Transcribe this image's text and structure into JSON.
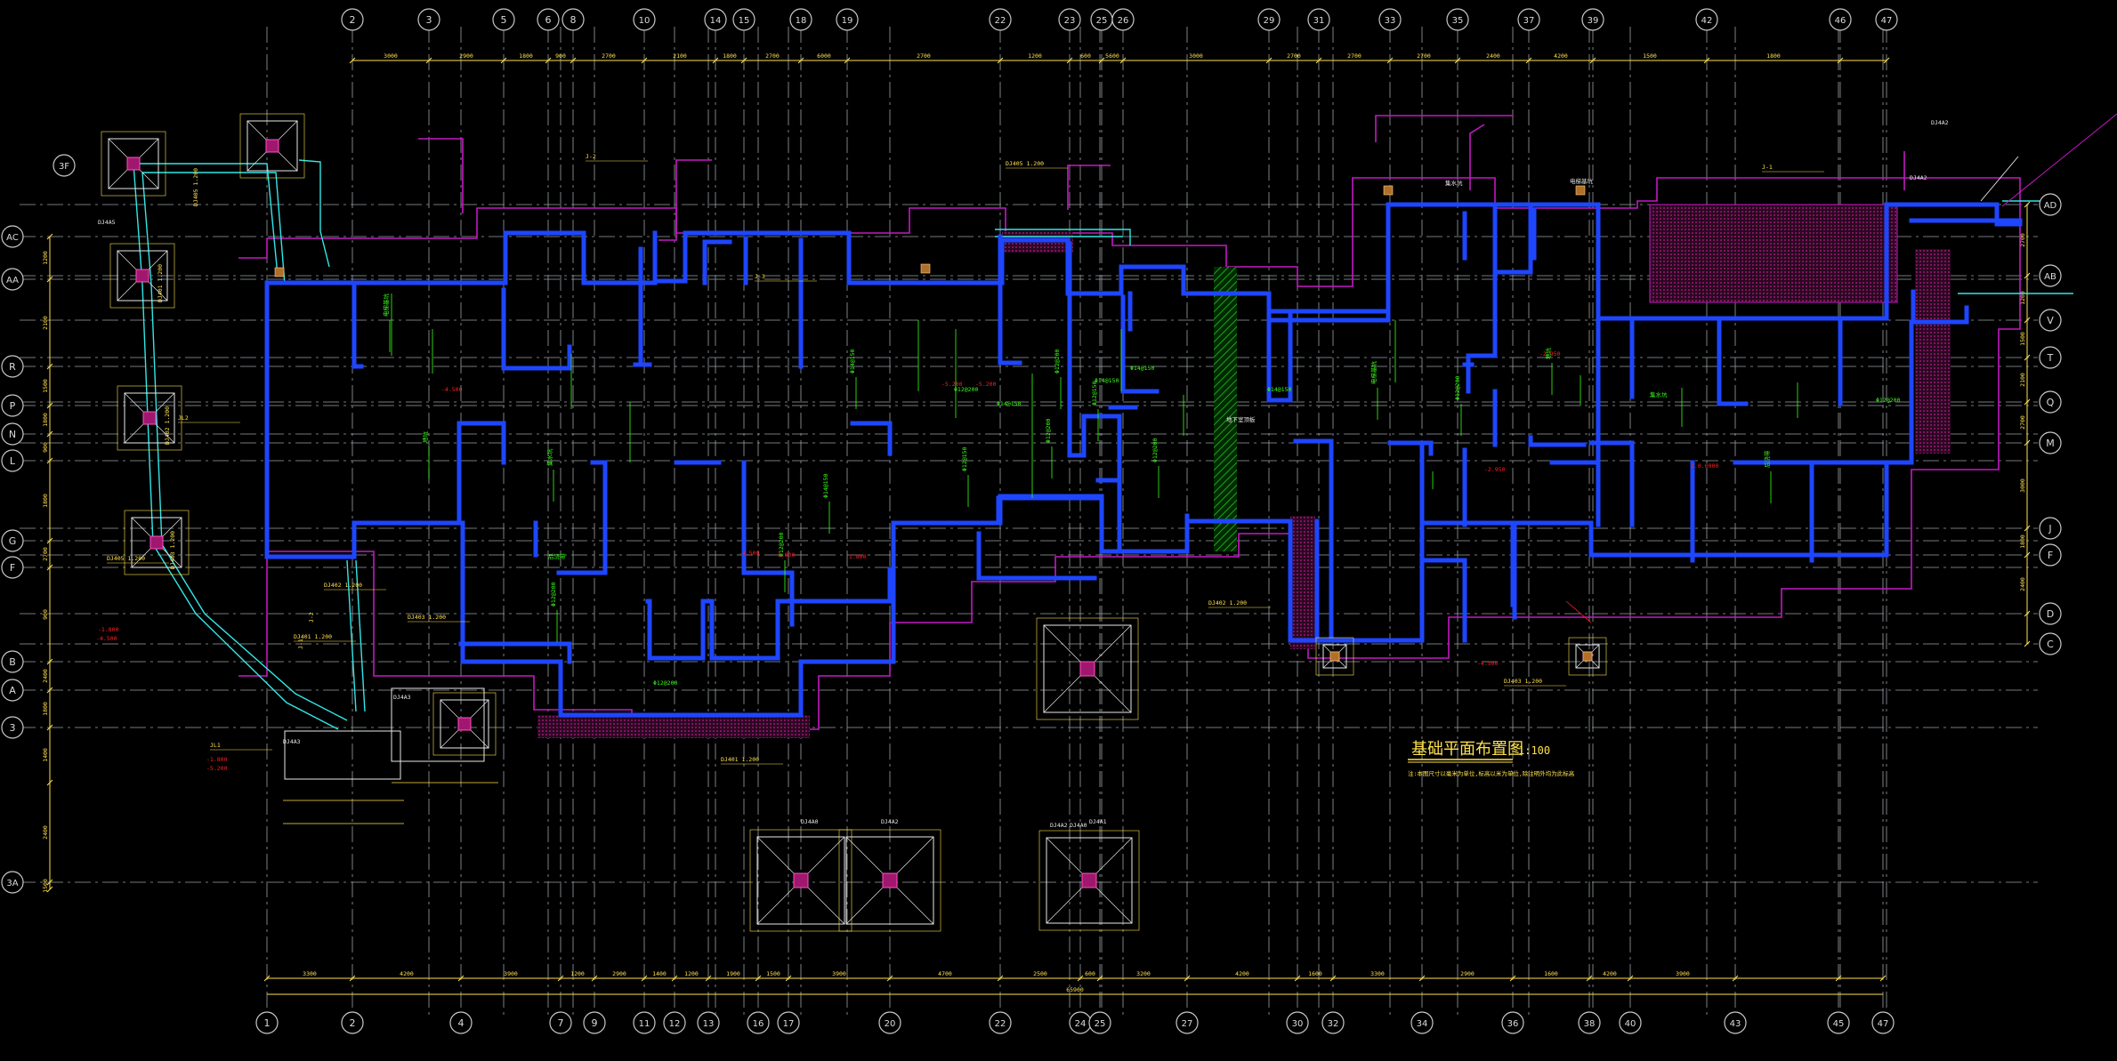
{
  "title": "基础平面布置图",
  "scale": "1:100",
  "note": "注:本图尺寸以毫米为单位,标高以米为单位,除注明外均为此标高",
  "axes": {
    "top": [
      "2",
      "3",
      "5",
      "6",
      "8",
      "10",
      "14",
      "15",
      "18",
      "19",
      "22",
      "23",
      "25",
      "26",
      "29",
      "31",
      "33",
      "35",
      "37",
      "39",
      "42",
      "46",
      "47"
    ],
    "bottom": [
      "1",
      "2",
      "4",
      "7",
      "9",
      "11",
      "12",
      "13",
      "16",
      "17",
      "20",
      "22",
      "24",
      "25",
      "27",
      "30",
      "32",
      "34",
      "36",
      "38",
      "40",
      "43",
      "45",
      "47"
    ],
    "left": [
      "AC",
      "AA",
      "R",
      "P",
      "N",
      "L",
      "G",
      "F",
      "B",
      "A",
      "3",
      "3A"
    ],
    "left_extra": [
      "3F"
    ],
    "right": [
      "AD",
      "AB",
      "V",
      "T",
      "Q",
      "M",
      "J",
      "F",
      "D",
      "C"
    ]
  },
  "top_dims": [
    "3000",
    "2900",
    "1800",
    "900",
    "2700",
    "2100",
    "1800",
    "2700",
    "6000",
    "2700",
    "1200",
    "600",
    "5600",
    "3000",
    "2700",
    "2700",
    "2700",
    "2400",
    "4200",
    "1500",
    "1800"
  ],
  "bottom_dims": [
    "3300",
    "4200",
    "3900",
    "1200",
    "2900",
    "1400",
    "1200",
    "1900",
    "1500",
    "3900",
    "4700",
    "2500",
    "600",
    "3200",
    "4200",
    "1600",
    "3300",
    "2900",
    "1600",
    "4200",
    "3900"
  ],
  "total_bottom": "65900",
  "left_dims": [
    "1200",
    "2100",
    "1500",
    "1800",
    "900",
    "1800",
    "2700",
    "900",
    "2400",
    "1800",
    "1400",
    "2400",
    "1500"
  ],
  "right_dims": [
    "2700",
    "1200",
    "1500",
    "2100",
    "2700",
    "3000",
    "1800",
    "2400"
  ],
  "labels_white": [
    "地下室顶板",
    "集水坑",
    "电梯基坑",
    "DJ4A2",
    "DJ4A2",
    "DJ4A2",
    "DJ4A0",
    "DJ4A0",
    "DJ4A2",
    "DJ4A1",
    "DJ4A3",
    "DJ4A3",
    "DJ4A5"
  ],
  "labels_green": [
    "电梯基坑",
    "地坑",
    "集水坑",
    "后浇带",
    "Φ12@200",
    "Φ12@200",
    "Φ14@150",
    "Φ14@150",
    "Φ12@200",
    "Φ12@200",
    "Φ12@150",
    "Φ14@150",
    "Φ12@200"
  ],
  "labels_red": [
    "-4.500",
    "-4.500",
    "-1.800",
    "-1.800",
    "-5.200",
    "-5.200",
    "-2.950",
    "-2.950",
    "1.0.0000"
  ],
  "labels_yellow": [
    "DJ401 1.200",
    "DJ402 1.200",
    "DJ403 1.200",
    "DJ405 1.200",
    "J-1",
    "J-2",
    "J-3",
    "JL1",
    "JL2"
  ],
  "colors": {
    "background": "#000000",
    "wall": "#1e46ff",
    "wall_fill": "#0a1a8c",
    "dim": "#ffe14d",
    "axis_line": "#c8c8c8",
    "grid": "#9aa0a6",
    "green": "#39ff14",
    "red": "#ff2020",
    "magenta": "#d61ad6",
    "cyan": "#33e6e6",
    "hatch": "#a0186e"
  }
}
